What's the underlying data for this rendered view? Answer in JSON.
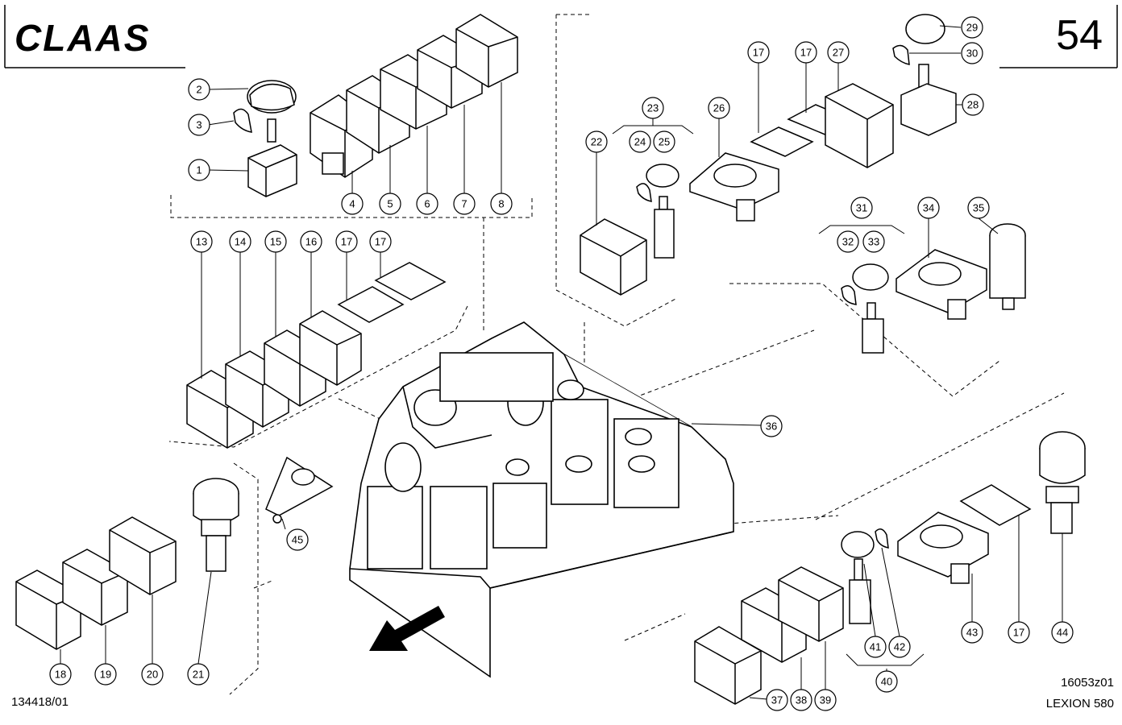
{
  "header": {
    "brand": "CLAAS",
    "page_number": "54"
  },
  "footer": {
    "document_number": "134418/01",
    "drawing_number": "16053z01",
    "model": "LEXION 580"
  },
  "callouts": [
    "1",
    "2",
    "3",
    "4",
    "5",
    "6",
    "7",
    "8",
    "13",
    "14",
    "15",
    "16",
    "17",
    "17",
    "18",
    "19",
    "20",
    "21",
    "22",
    "23",
    "24",
    "25",
    "26",
    "17",
    "17",
    "27",
    "29",
    "30",
    "28",
    "31",
    "32",
    "33",
    "34",
    "35",
    "36",
    "37",
    "38",
    "39",
    "40",
    "41",
    "42",
    "43",
    "17",
    "44",
    "45"
  ]
}
